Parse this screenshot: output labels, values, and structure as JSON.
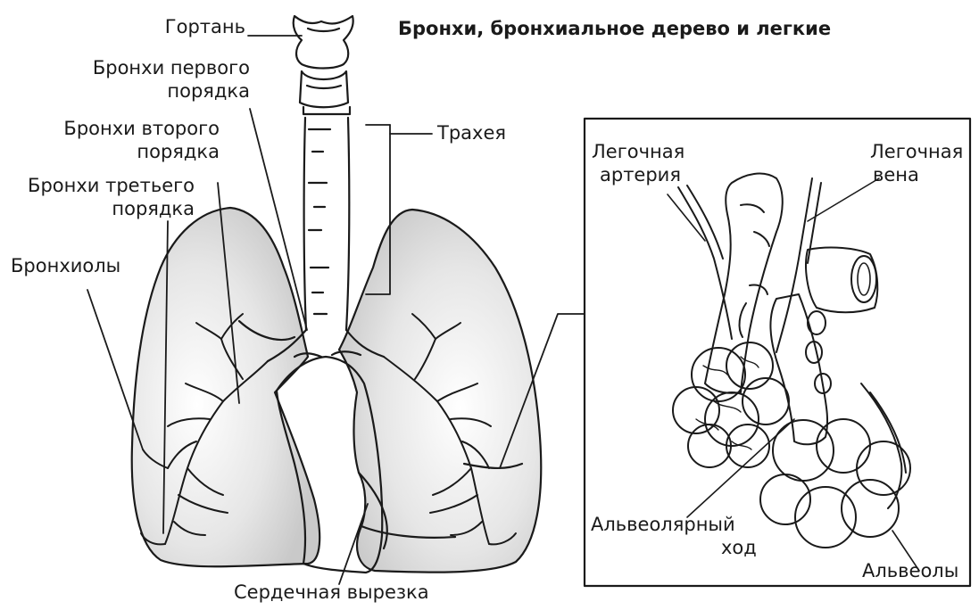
{
  "title": "Бронхи, бронхиальное дерево и легкие",
  "labels": {
    "larynx": "Гортань",
    "bronchi_first_1": "Бронхи первого",
    "bronchi_first_2": "порядка",
    "bronchi_second_1": "Бронхи второго",
    "bronchi_second_2": "порядка",
    "bronchi_third_1": "Бронхи третьего",
    "bronchi_third_2": "порядка",
    "bronchioles": "Бронхиолы",
    "trachea": "Трахея",
    "cardiac_notch": "Сердечная вырезка"
  },
  "inset": {
    "pulmonary_artery_1": "Легочная",
    "pulmonary_artery_2": "артерия",
    "pulmonary_vein_1": "Легочная",
    "pulmonary_vein_2": "вена",
    "alveolar_duct_1": "Альвеолярный",
    "alveolar_duct_2": "ход",
    "alveoli": "Альвеолы"
  },
  "colors": {
    "ink": "#1a1a1a",
    "lung_shade": "#d6d6d6",
    "background": "#ffffff"
  }
}
